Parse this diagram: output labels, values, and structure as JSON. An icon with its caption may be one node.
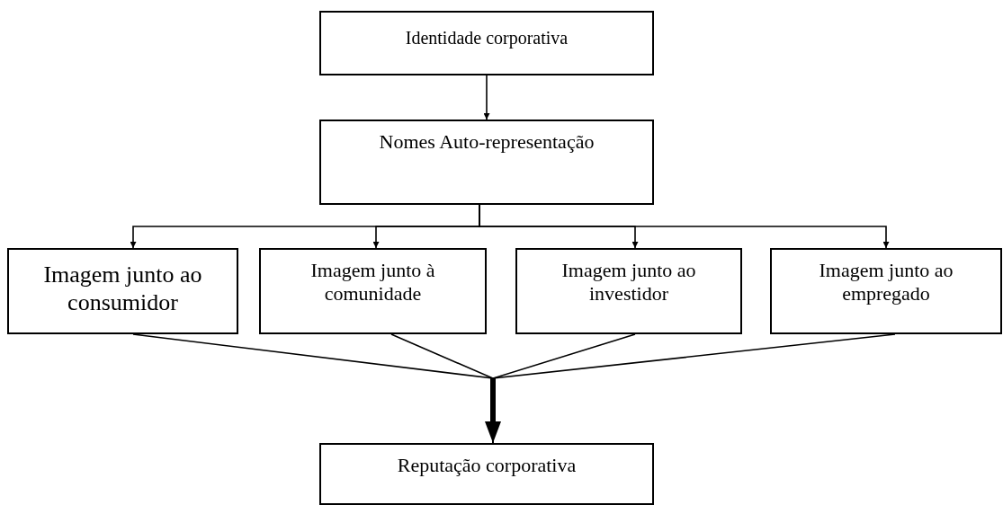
{
  "diagram": {
    "nodes": [
      {
        "text": [
          "Identidade corporativa"
        ]
      },
      {
        "text": [
          "Nomes Auto-representação"
        ]
      },
      {
        "text": [
          "Imagem junto ao consumidor"
        ]
      },
      {
        "text": [
          "Imagem junto à comunidade"
        ]
      },
      {
        "text": [
          "Imagem junto ao investidor"
        ]
      },
      {
        "text": [
          "Imagem junto ao empregado"
        ]
      },
      {
        "text": [
          "Reputação corporativa"
        ]
      }
    ],
    "edges": [
      {
        "from": 0,
        "to": 1,
        "arrow": "to"
      },
      {
        "from": 1,
        "to": 2,
        "arrow": "to"
      },
      {
        "from": 1,
        "to": 3,
        "arrow": "to"
      },
      {
        "from": 1,
        "to": 4,
        "arrow": "to"
      },
      {
        "from": 1,
        "to": 5,
        "arrow": "to"
      },
      {
        "from": 2,
        "to": 6,
        "arrow": "to"
      },
      {
        "from": 3,
        "to": 6,
        "arrow": "to"
      },
      {
        "from": 4,
        "to": 6,
        "arrow": "to"
      },
      {
        "from": 5,
        "to": 6,
        "arrow": "to"
      }
    ]
  }
}
